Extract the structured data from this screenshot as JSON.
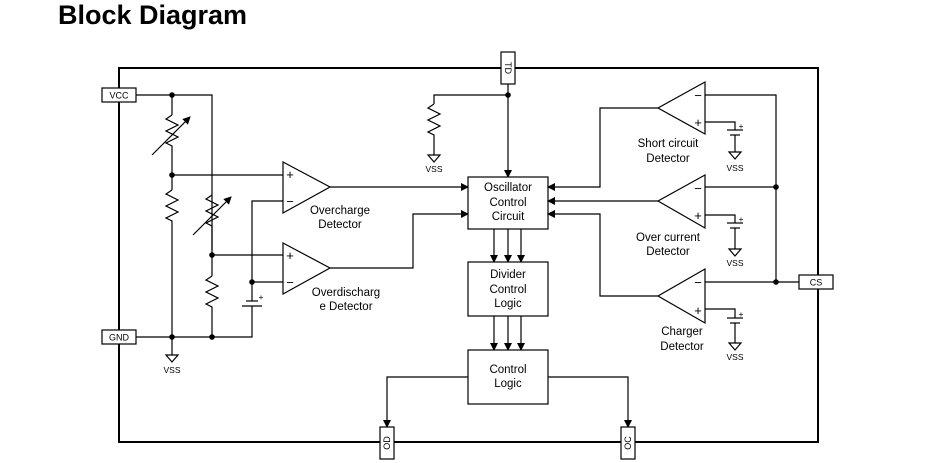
{
  "title": "Block Diagram",
  "pins": {
    "vcc": "VCC",
    "gnd": "GND",
    "td": "TD",
    "cs": "CS",
    "od": "OD",
    "oc": "OC"
  },
  "ground_label": "VSS",
  "blocks": {
    "oscillator": [
      "Oscillator",
      "Control",
      "Circuit"
    ],
    "divider": [
      "Divider",
      "Control",
      "Logic"
    ],
    "control": [
      "Control",
      "Logic"
    ]
  },
  "detectors": {
    "overcharge": [
      "Overcharge",
      "Detector"
    ],
    "overdischarge": [
      "Overdischarg",
      "e Detector"
    ],
    "short_circuit": [
      "Short circuit",
      "Detector"
    ],
    "over_current": [
      "Over current",
      "Detector"
    ],
    "charger": [
      "Charger",
      "Detector"
    ]
  },
  "signs": {
    "plus": "+",
    "minus": "−"
  }
}
